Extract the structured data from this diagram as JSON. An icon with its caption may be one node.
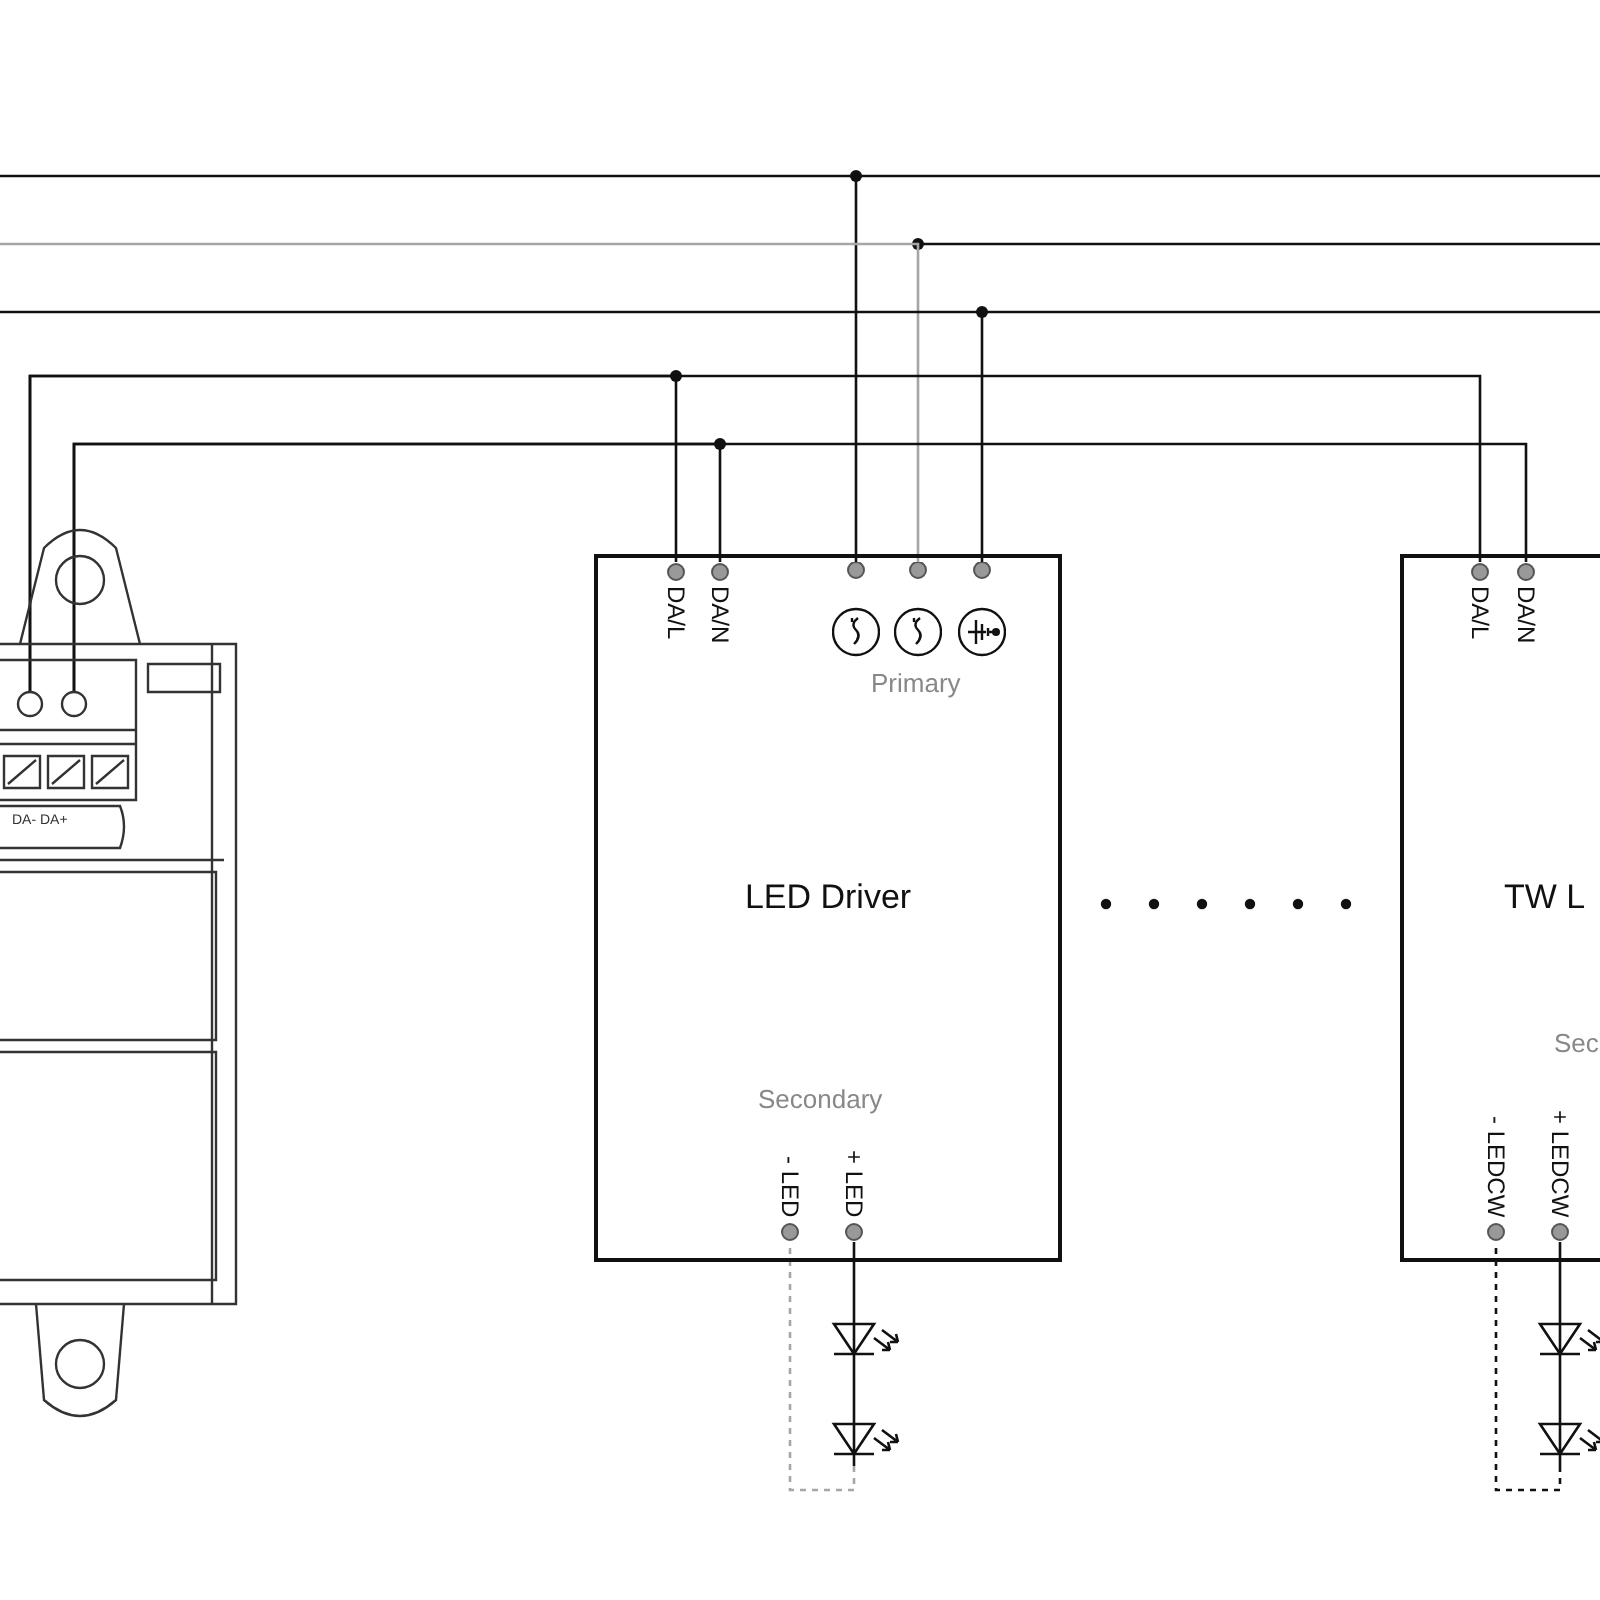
{
  "diagram": {
    "nodes": [
      {
        "text": [],
        "shape": "picture"
      },
      {
        "text": [],
        "shape": "circle",
        "in": 0
      },
      {
        "text": [],
        "shape": "circle",
        "in": 0
      },
      {
        "text": [
          "LED Driver"
        ]
      },
      {
        "text": [
          "DA/L"
        ],
        "in": 3
      },
      {
        "text": [
          "DA/N"
        ],
        "in": 3
      },
      {
        "text": [],
        "shape": "circle",
        "in": 3
      },
      {
        "text": [],
        "shape": "circle",
        "in": 3
      },
      {
        "text": [],
        "shape": "circle",
        "in": 3
      },
      {
        "text": [
          "- LED"
        ],
        "in": 3
      },
      {
        "text": [
          "+ LED"
        ],
        "in": 3
      },
      {
        "text": [],
        "shape": "diode"
      },
      {
        "text": [],
        "shape": "diode"
      },
      {
        "text": [
          "TW L"
        ]
      },
      {
        "text": [
          "DA/L"
        ],
        "in": 13
      },
      {
        "text": [
          "DA/N"
        ],
        "in": 13
      },
      {
        "text": [
          "- LEDCW"
        ],
        "in": 13
      },
      {
        "text": [
          "+ LEDCW"
        ],
        "in": 13
      },
      {
        "text": [],
        "shape": "diode"
      },
      {
        "text": [],
        "shape": "diode"
      }
    ],
    "edges": [
      {
        "from": null,
        "to": 6,
        "arrow": "none"
      },
      {
        "from": null,
        "to": 7,
        "arrow": "none",
        "color": "#a6a6a6"
      },
      {
        "from": null,
        "to": 8,
        "arrow": "none"
      },
      {
        "from": 1,
        "to": 4,
        "arrow": "none"
      },
      {
        "from": 1,
        "to": 14,
        "arrow": "none"
      },
      {
        "from": 2,
        "to": 5,
        "arrow": "none"
      },
      {
        "from": 2,
        "to": 15,
        "arrow": "none"
      },
      {
        "from": 10,
        "to": 11,
        "arrow": "none"
      },
      {
        "from": 11,
        "to": 12,
        "arrow": "none"
      },
      {
        "from": 12,
        "to": 9,
        "arrow": "none",
        "style": "dashed",
        "color": "#a6a6a6"
      },
      {
        "from": 17,
        "to": 18,
        "arrow": "none"
      },
      {
        "from": 18,
        "to": 19,
        "arrow": "none"
      },
      {
        "from": 19,
        "to": 16,
        "arrow": "none",
        "style": "dashed"
      }
    ],
    "labels": [
      "DA- DA+",
      "Primary",
      "Secondary",
      "Sec"
    ]
  }
}
